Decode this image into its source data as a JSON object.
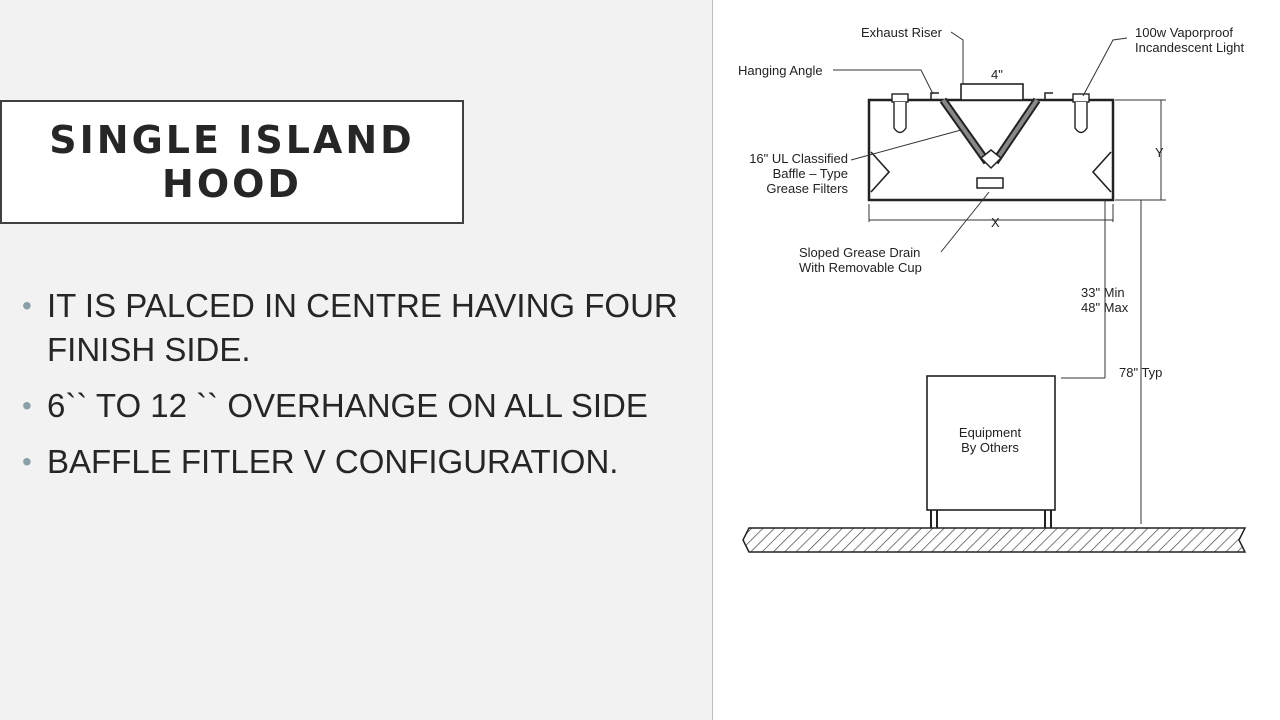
{
  "title": "SINGLE ISLAND\nHOOD",
  "bullets": [
    "IT IS PALCED IN CENTRE HAVING FOUR FINISH SIDE.",
    "6`` TO 12 `` OVERHANGE ON ALL SIDE",
    "BAFFLE FITLER V CONFIGURATION."
  ],
  "diagram": {
    "exhaust_riser": "Exhaust Riser",
    "light_line1": "100w Vaporproof",
    "light_line2": "Incandescent Light",
    "hanging_angle": "Hanging Angle",
    "riser_dim": "4\"",
    "filter_line1": "16\" UL Classified",
    "filter_line2": "Baffle – Type",
    "filter_line3": "Grease Filters",
    "dim_y": "Y",
    "dim_x": "X",
    "drain_line1": "Sloped Grease Drain",
    "drain_line2": "With Removable Cup",
    "clearance_line1": "33\" Min",
    "clearance_line2": "48\" Max",
    "height_typ": "78\" Typ",
    "equipment_line1": "Equipment",
    "equipment_line2": "By Others"
  },
  "colors": {
    "background": "#f2f2f2",
    "text": "#262626",
    "bullet": "#8aa0a8",
    "line": "#333333"
  }
}
